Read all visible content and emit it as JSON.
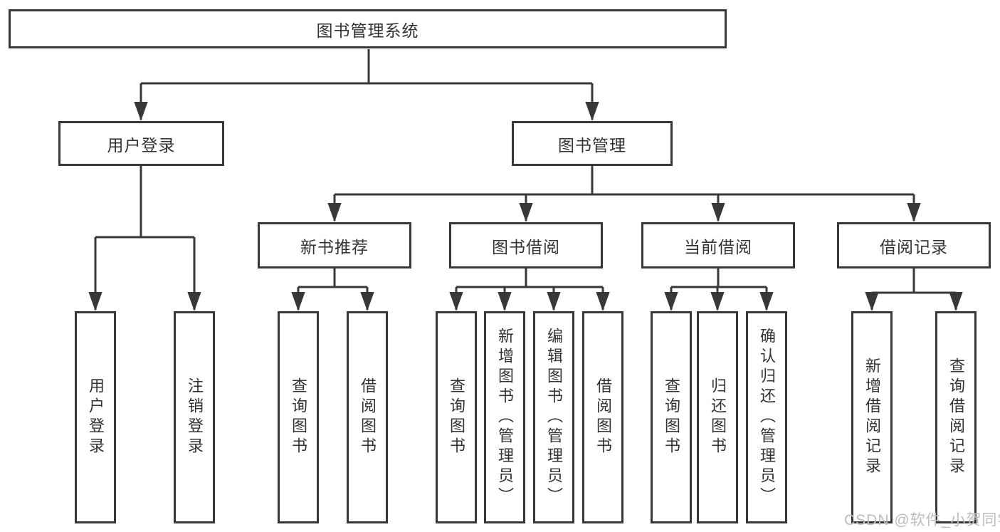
{
  "tree": {
    "label": "图书管理系统",
    "children": [
      {
        "label": "用户登录",
        "children": [
          {
            "label": "用户登录"
          },
          {
            "label": "注销登录"
          }
        ]
      },
      {
        "label": "图书管理",
        "children": [
          {
            "label": "新书推荐",
            "children": [
              {
                "label": "查询图书"
              },
              {
                "label": "借阅图书"
              }
            ]
          },
          {
            "label": "图书借阅",
            "children": [
              {
                "label": "查询图书"
              },
              {
                "label": "新增图书（管理员）"
              },
              {
                "label": "编辑图书（管理员）"
              },
              {
                "label": "借阅图书"
              }
            ]
          },
          {
            "label": "当前借阅",
            "children": [
              {
                "label": "查询图书"
              },
              {
                "label": "归还图书"
              },
              {
                "label": "确认归还（管理员）"
              }
            ]
          },
          {
            "label": "借阅记录",
            "children": [
              {
                "label": "新增借阅记录"
              },
              {
                "label": "查询借阅记录"
              }
            ]
          }
        ]
      }
    ]
  },
  "watermark": {
    "text": "CSDN @软件_小贺同学"
  },
  "colors": {
    "line": "#383838",
    "box_border": "#383838",
    "text": "#333333",
    "background": "#ffffff",
    "watermark": "#bdbdbd"
  }
}
